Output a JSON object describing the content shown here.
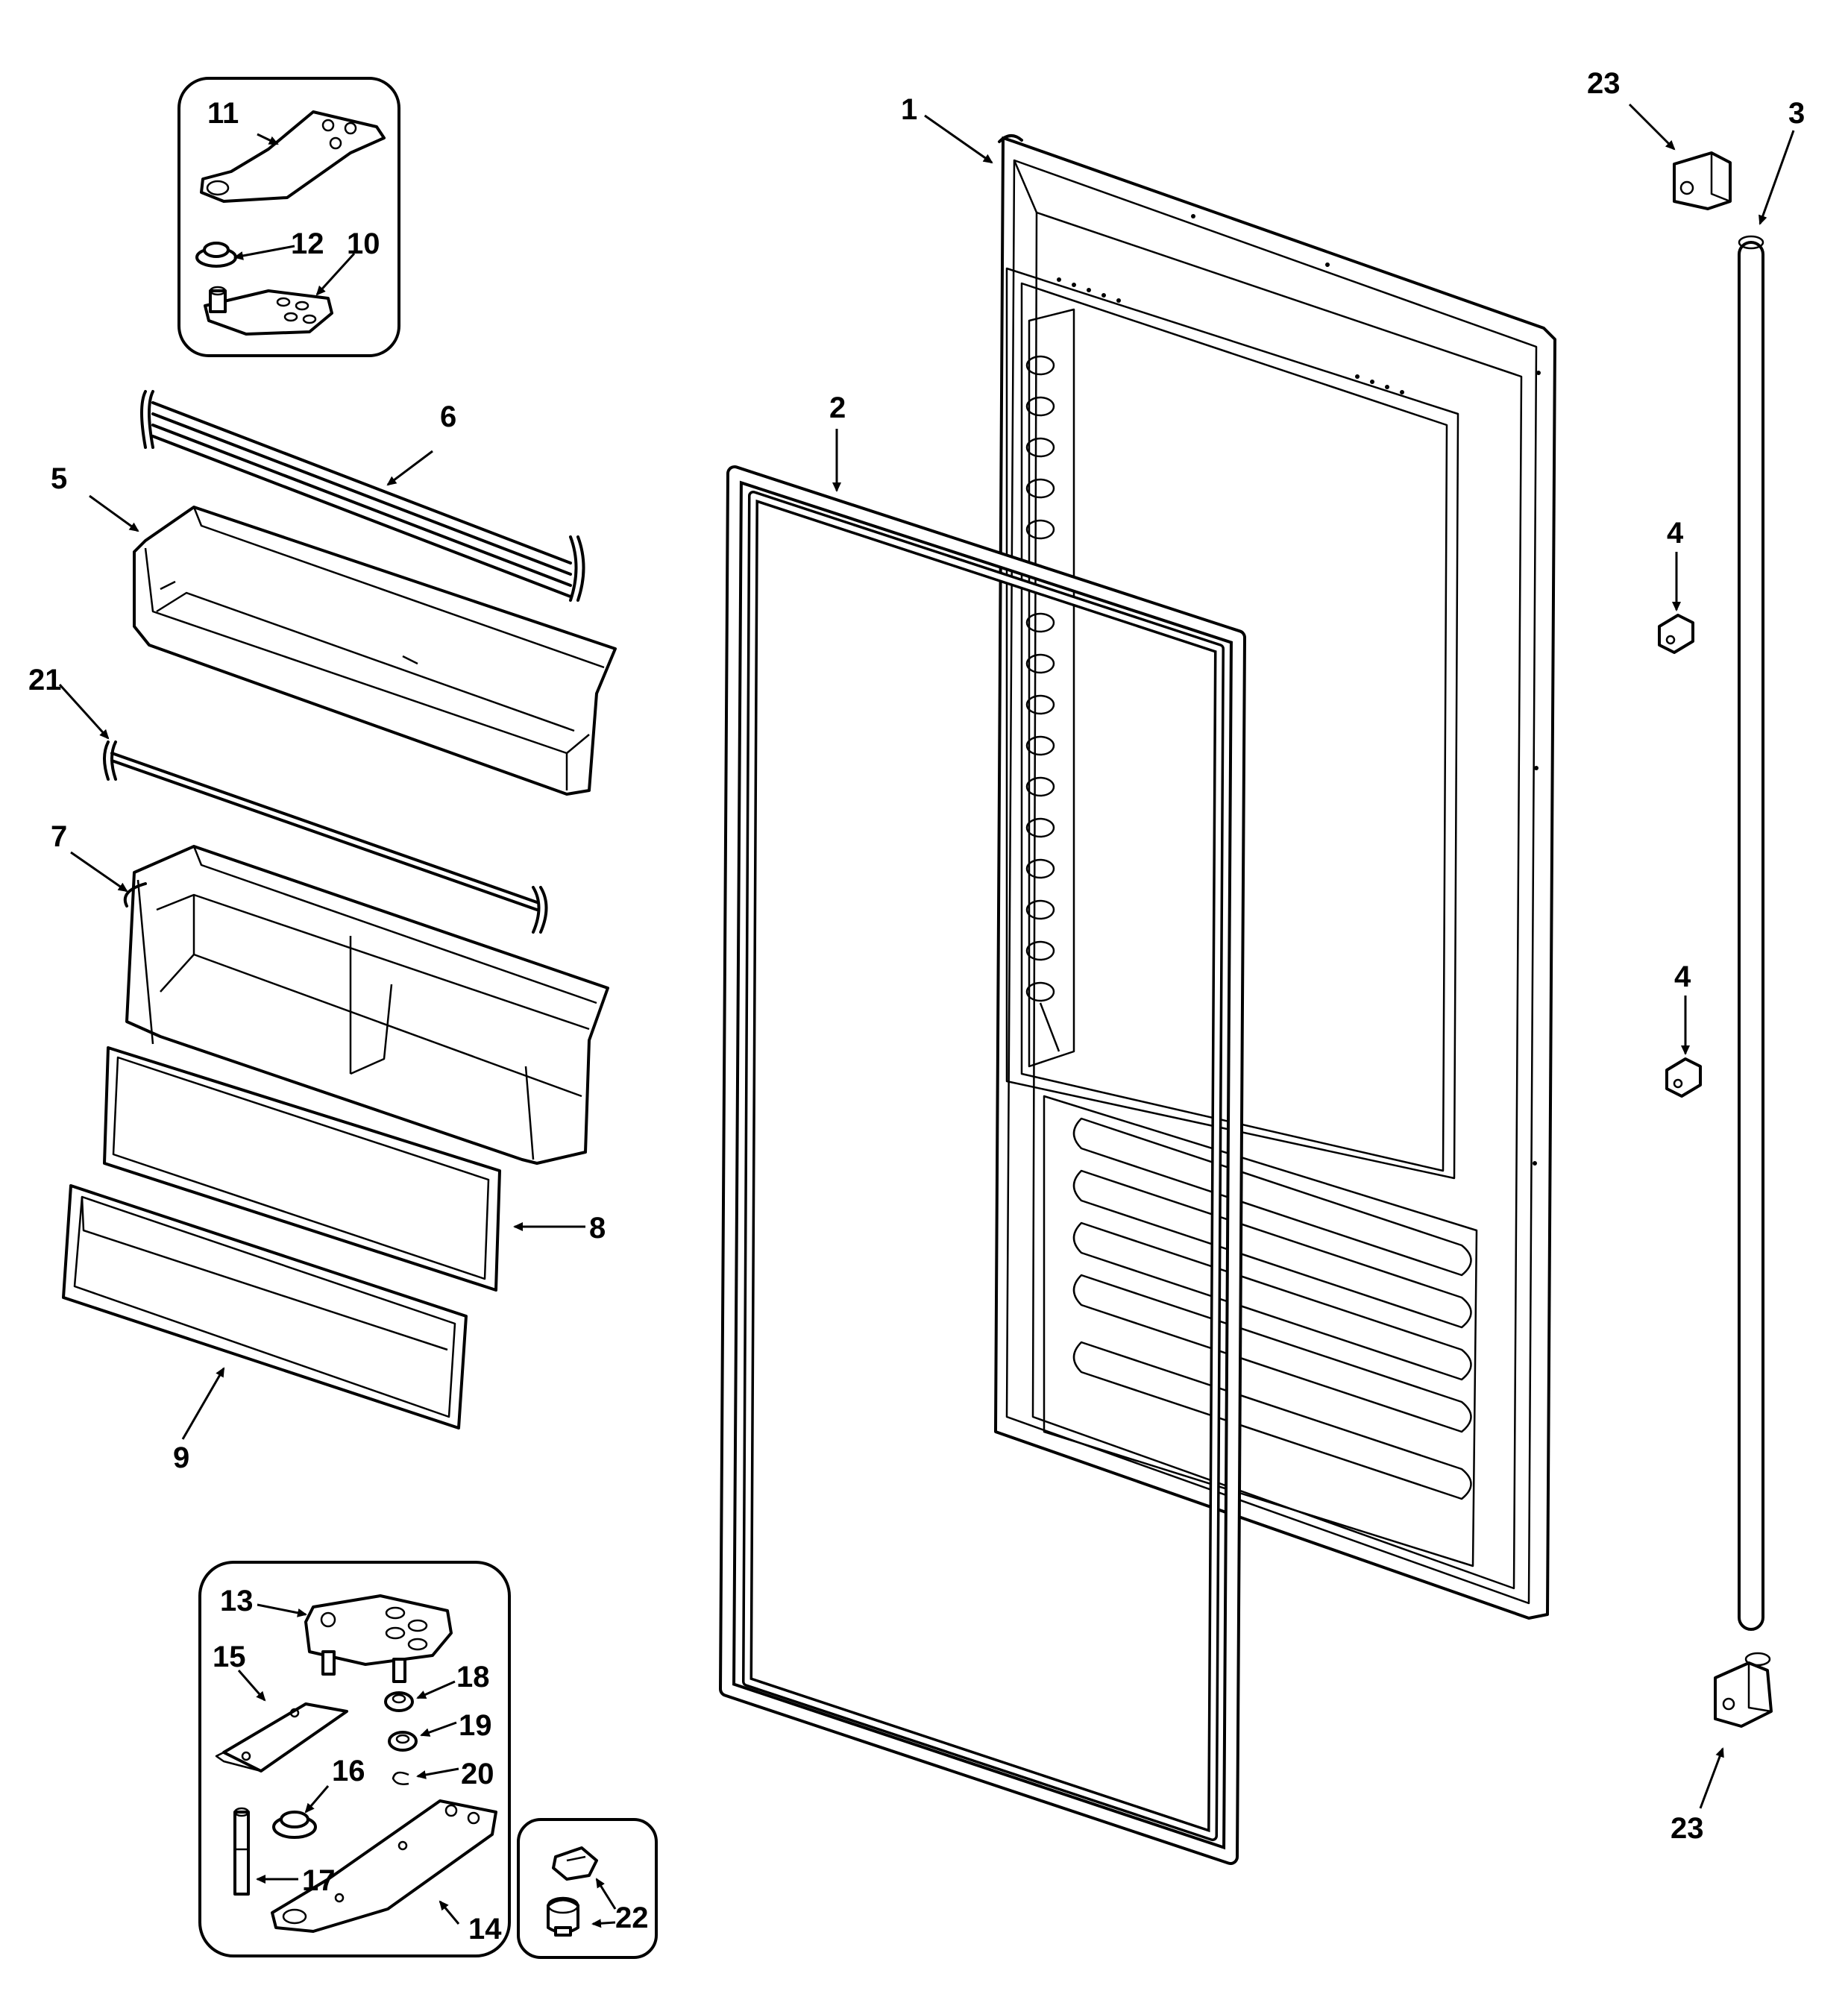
{
  "callouts": {
    "c1": "1",
    "c2": "2",
    "c3": "3",
    "c4a": "4",
    "c4b": "4",
    "c5": "5",
    "c6": "6",
    "c7": "7",
    "c8": "8",
    "c9": "9",
    "c10": "10",
    "c11": "11",
    "c12": "12",
    "c13": "13",
    "c14": "14",
    "c15": "15",
    "c16": "16",
    "c17": "17",
    "c18": "18",
    "c19": "19",
    "c20": "20",
    "c21": "21",
    "c22": "22",
    "c23a": "23",
    "c23b": "23"
  }
}
